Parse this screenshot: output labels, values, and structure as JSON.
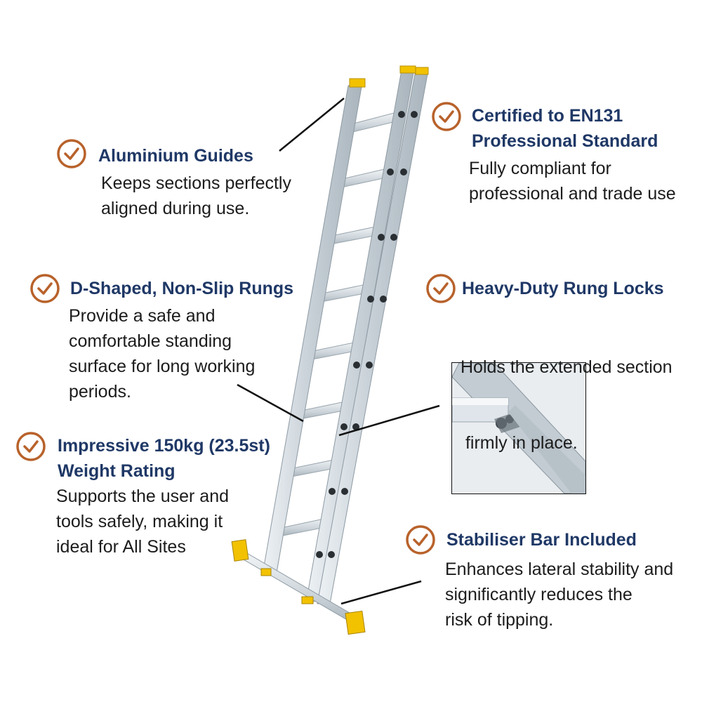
{
  "features": {
    "guides": {
      "title": "Aluminium Guides",
      "description": [
        "Keeps sections perfectly",
        "aligned during use."
      ]
    },
    "rungs": {
      "title": "D-Shaped, Non-Slip Rungs",
      "description": [
        "Provide a safe and",
        "comfortable standing",
        "surface for long working",
        "periods."
      ]
    },
    "weight": {
      "title": [
        "Impressive 150kg (23.5st)",
        "Weight Rating"
      ],
      "description": [
        "Supports the user and",
        "tools safely, making it",
        "ideal for All Sites"
      ]
    },
    "certified": {
      "title": [
        "Certified to EN131",
        "Professional Standard"
      ],
      "description": [
        "Fully compliant for",
        "professional and trade use"
      ]
    },
    "locks": {
      "title": "Heavy-Duty Rung Locks",
      "description": [
        "Holds the extended section",
        " firmly in place."
      ]
    },
    "stabiliser": {
      "title": "Stabiliser Bar Included",
      "description": [
        "Enhances lateral stability and",
        "significantly reduces the",
        "risk of tipping."
      ]
    }
  },
  "colors": {
    "check_icon": "#b8622b",
    "title_text": "#1f3866",
    "body_text": "#1c1c1c",
    "aluminium": "#c9d2d8",
    "foot_caps": "#f2c200"
  },
  "icons": [
    "check-circle-icon"
  ]
}
